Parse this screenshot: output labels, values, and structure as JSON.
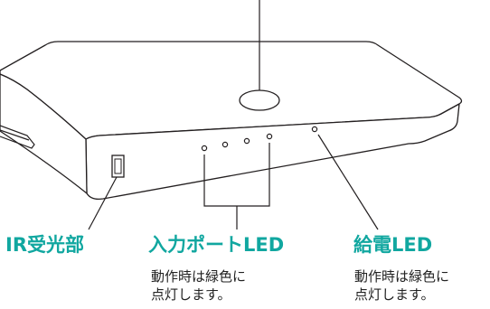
{
  "colors": {
    "accent": "#11a7a0",
    "line": "#231f20",
    "text": "#222222"
  },
  "labels": {
    "ir_receiver": "IR受光部",
    "input_port_led": "入力ポートLED",
    "power_led": "給電LED"
  },
  "descriptions": {
    "input_port_led": [
      "動作時は緑色に",
      "点灯します。"
    ],
    "power_led": [
      "動作時は緑色に",
      "点灯します。"
    ]
  }
}
